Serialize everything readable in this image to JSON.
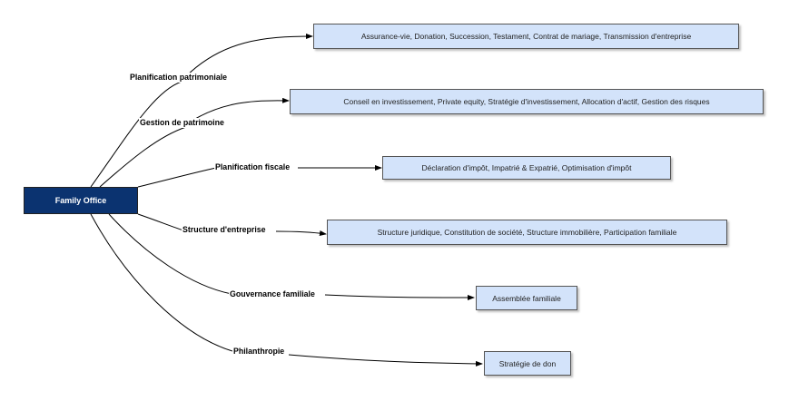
{
  "root": {
    "label": "Family Office"
  },
  "branches": [
    {
      "label": "Planification patrimoniale",
      "leaf": "Assurance-vie, Donation, Succession, Testament, Contrat de mariage, Transmission d'entreprise"
    },
    {
      "label": "Gestion de patrimoine",
      "leaf": "Conseil en investissement, Private equity, Stratégie d'investissement, Allocation d'actif, Gestion des risques"
    },
    {
      "label": "Planification fiscale",
      "leaf": "Déclaration d'impôt, Impatrié & Expatrié, Optimisation d'impôt"
    },
    {
      "label": "Structure d'entreprise",
      "leaf": "Structure juridique, Constitution de société, Structure immobilière, Participation familiale"
    },
    {
      "label": "Gouvernance familiale",
      "leaf": "Assemblée familiale"
    },
    {
      "label": "Philanthropie",
      "leaf": "Stratégie de don"
    }
  ],
  "colors": {
    "root_fill": "#0b3370",
    "leaf_fill": "#d3e3fa",
    "connector": "#000000"
  }
}
